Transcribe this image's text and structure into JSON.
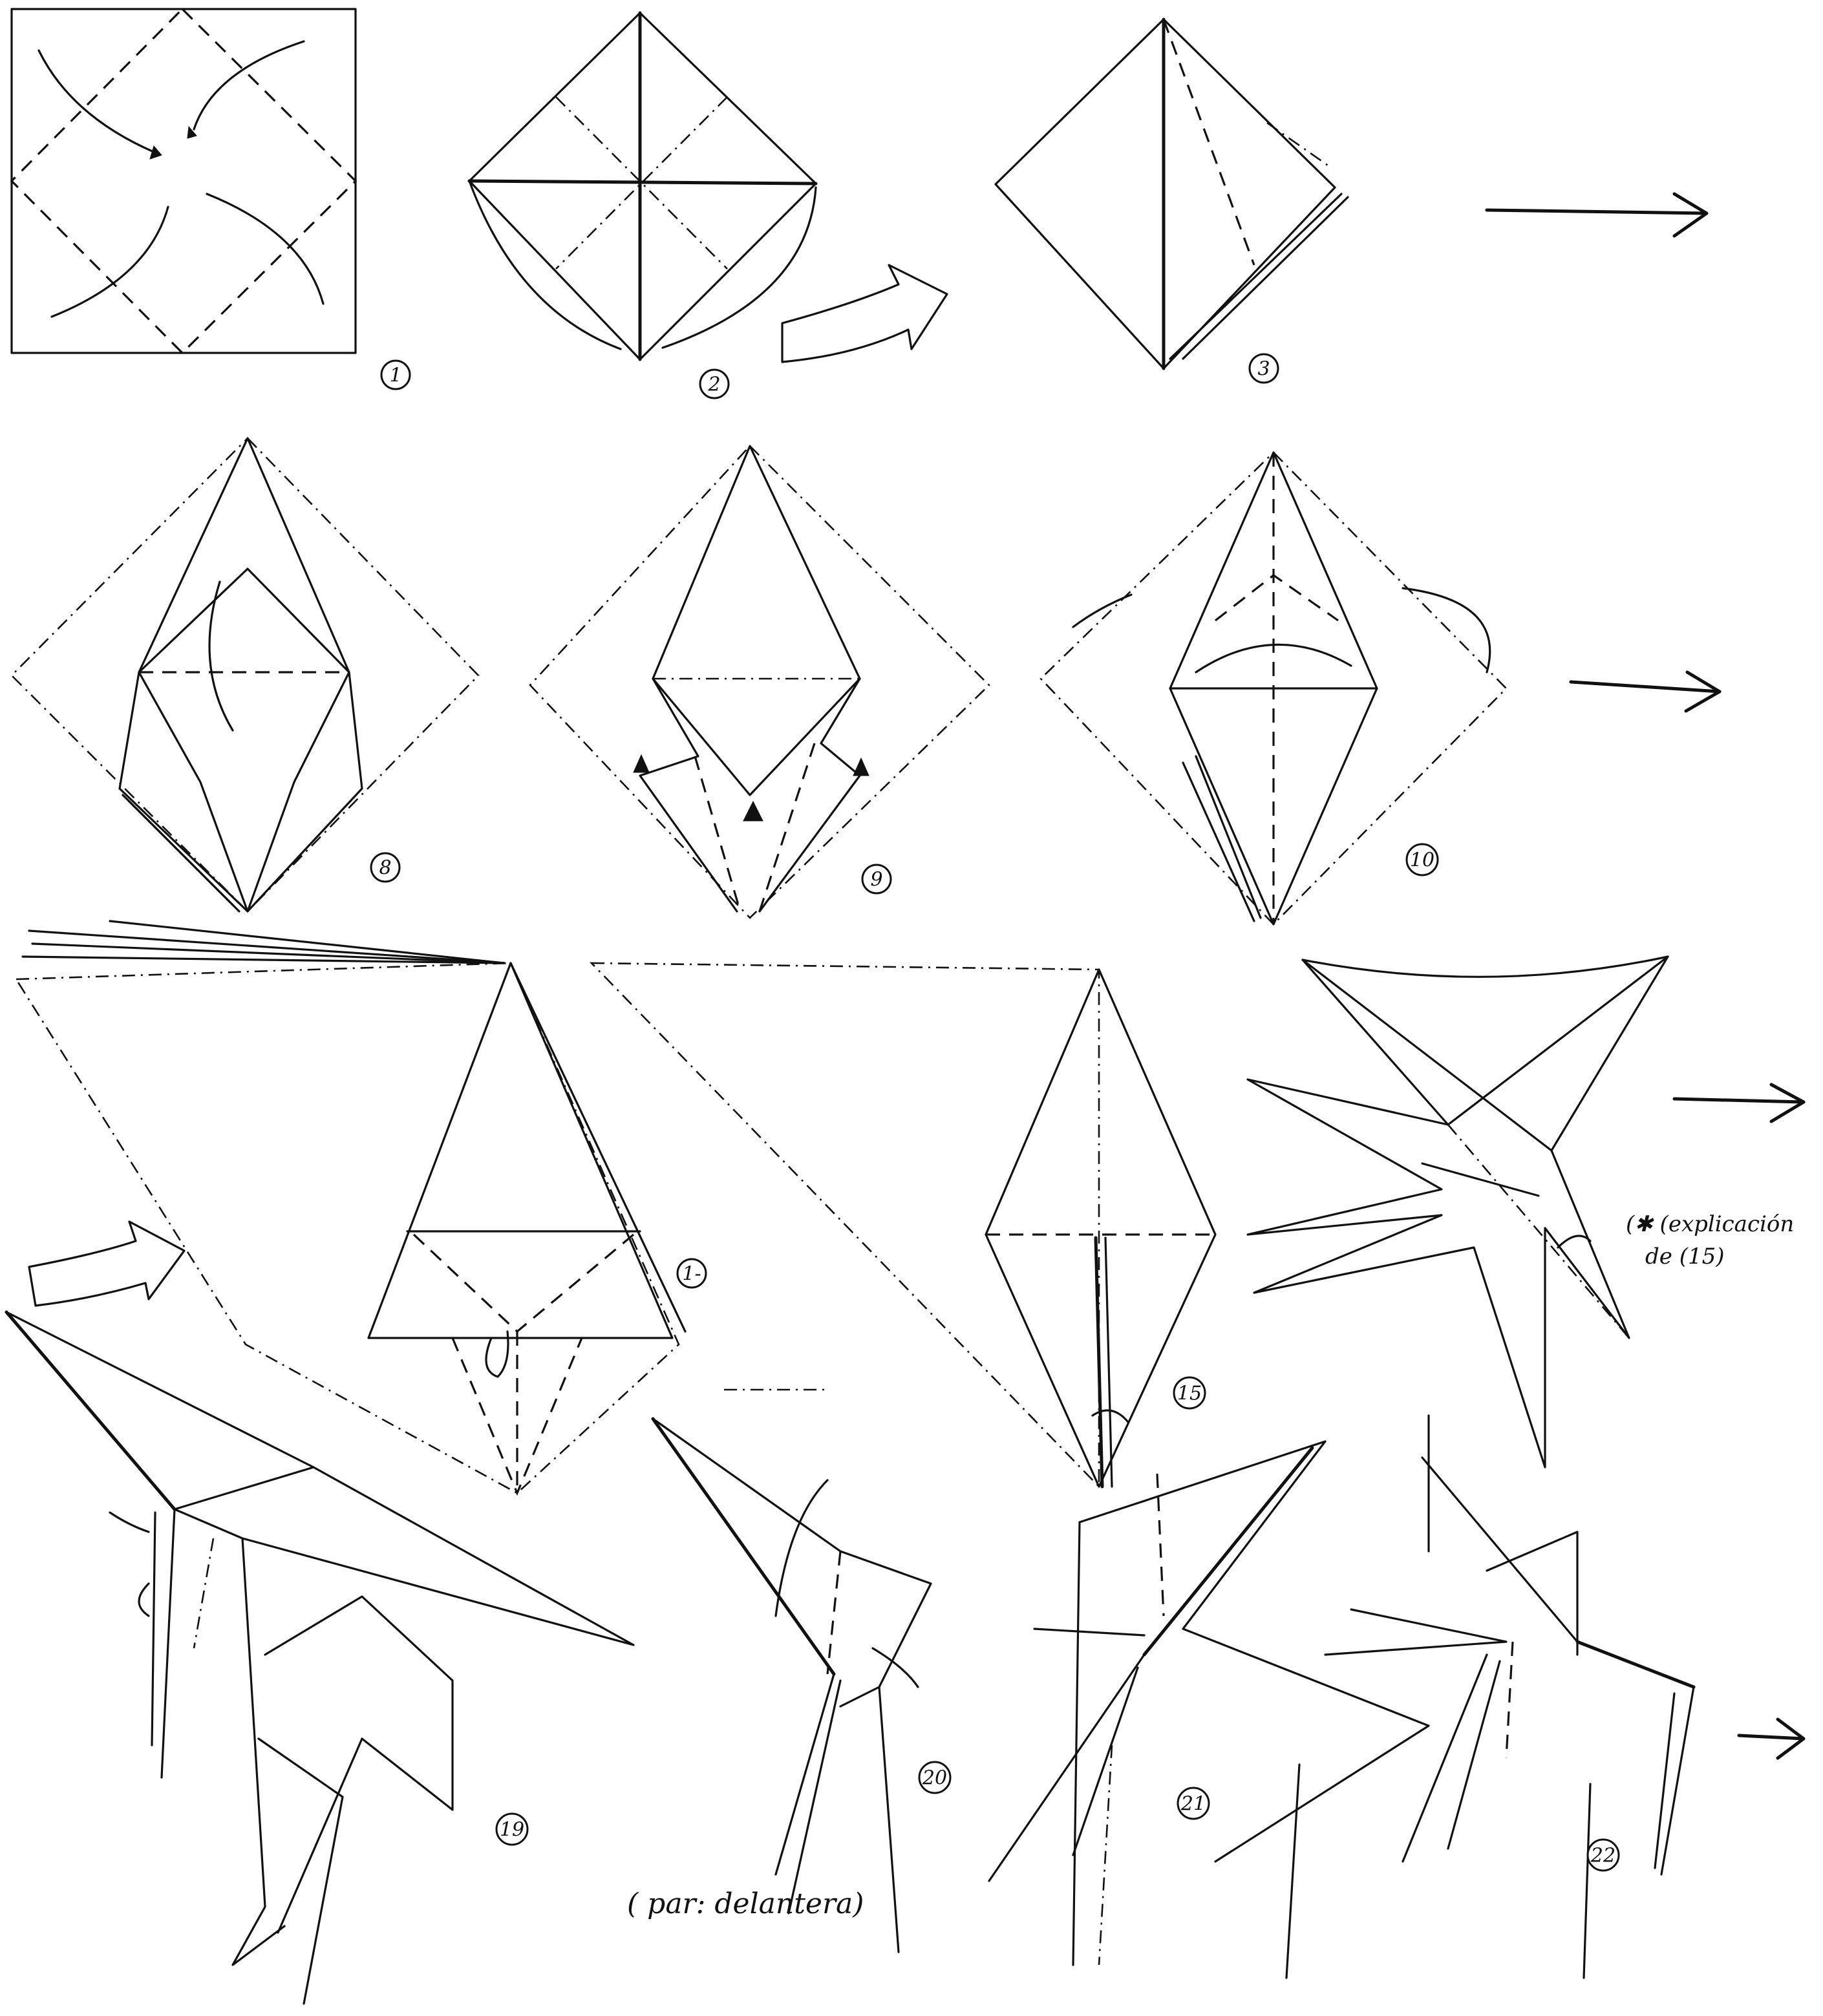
{
  "steps": [
    {
      "number": "1"
    },
    {
      "number": "2"
    },
    {
      "number": "3"
    },
    {
      "number": "8"
    },
    {
      "number": "9"
    },
    {
      "number": "10"
    },
    {
      "number": "1-"
    },
    {
      "number": "15"
    },
    {
      "number": "19"
    },
    {
      "number": "20"
    },
    {
      "number": "21"
    },
    {
      "number": "22"
    }
  ],
  "notes": {
    "front_part": "( par: delantera)",
    "explanation_line1": "(✱ (explicación",
    "explanation_line2": "de (15)"
  },
  "colors": {
    "ink": "#111111",
    "paper": "#ffffff"
  }
}
